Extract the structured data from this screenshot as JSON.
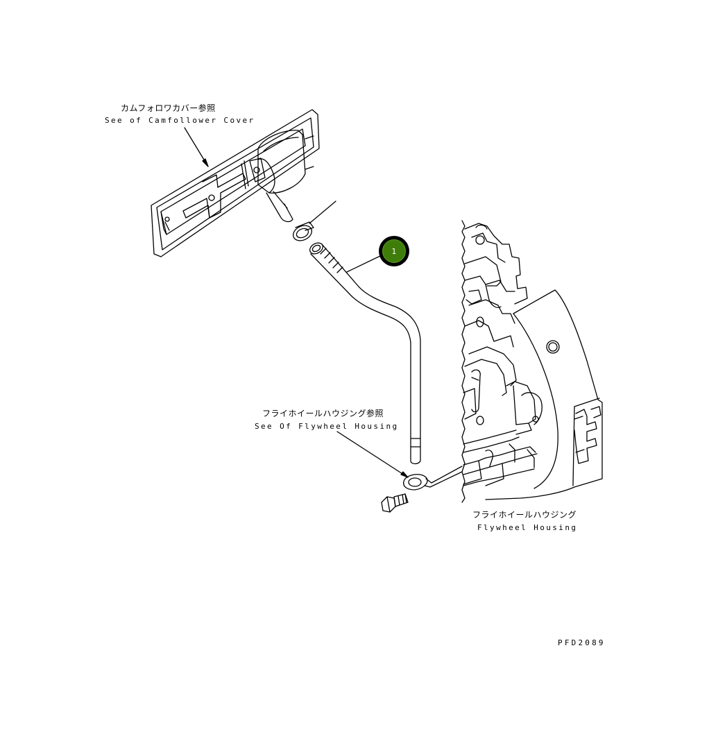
{
  "labels": {
    "camfollower_jp": "カムフォロワカバー参照",
    "camfollower_en": "See of Camfollower Cover",
    "flywheel_ref_jp": "フライホイールハウジング参照",
    "flywheel_ref_en": "See Of Flywheel Housing",
    "flywheel_jp": "フライホイールハウジング",
    "flywheel_en": "Flywheel Housing",
    "drawing_code": "PFD2089"
  },
  "callouts": [
    {
      "number": "1",
      "part": "tube",
      "color": "#3f7d0b"
    }
  ],
  "colors": {
    "line": "#000000",
    "background": "#ffffff",
    "callout_fill": "#3f7d0b"
  }
}
